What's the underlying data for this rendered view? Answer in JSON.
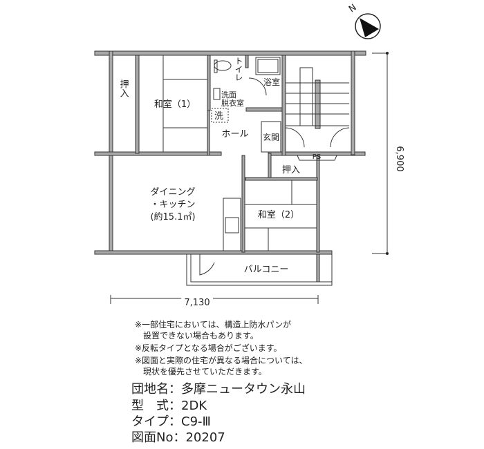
{
  "plan": {
    "rooms": {
      "oshiire1": "押入",
      "washitsu1": "和室（1）",
      "toilet": "トイレ",
      "bath": "浴室",
      "senmen": "洗面",
      "datsui": "脱衣室",
      "sentaku": "洗",
      "hall": "ホール",
      "genkan": "玄関",
      "ps": "PS",
      "oshiire2": "押入",
      "dk_line1": "ダイニング",
      "dk_line2": "・キッチン",
      "dk_area": "(約15.1㎡)",
      "washitsu2": "和室（2）",
      "balcony": "バルコニー"
    },
    "dimensions": {
      "width": "7,130",
      "depth": "6,900"
    },
    "compass": "N"
  },
  "notes": [
    "※一部住宅においては、構造上防水パンが",
    "　設置できない場合もあります。",
    "※反転タイプとなる場合がございます。",
    "※図面と実際の住宅が異なる場合については、",
    "　現状を優先させていただきます。"
  ],
  "info": {
    "estate": "団地名：多摩ニュータウン永山",
    "model": "型　式：2DK",
    "type": "タイプ：C9-Ⅲ",
    "drawing_no": "図面No：20207"
  }
}
